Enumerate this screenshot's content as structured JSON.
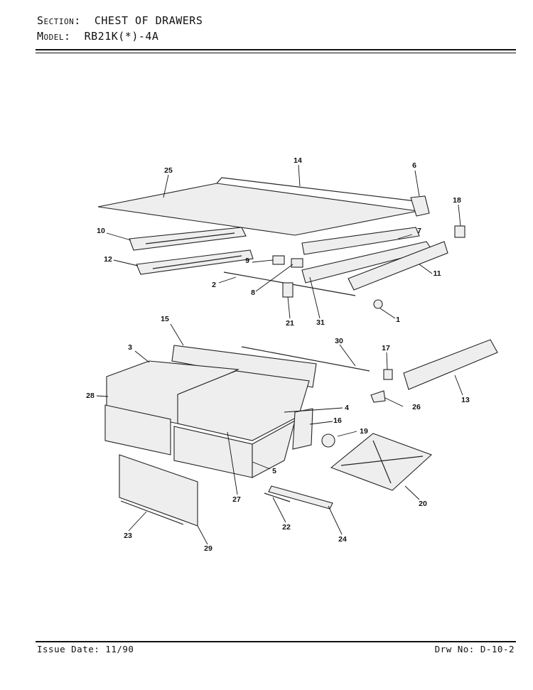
{
  "header": {
    "section_label": "Section:",
    "section_value": "CHEST OF DRAWERS",
    "model_label": "Model:",
    "model_value": "RB21K(*)-4A"
  },
  "footer": {
    "issue_date": "Issue Date: 11/90",
    "drawing_no": "Drw No: D-10-2"
  },
  "callouts": [
    "1",
    "2",
    "3",
    "4",
    "5",
    "6",
    "7",
    "8",
    "9",
    "10",
    "11",
    "12",
    "13",
    "14",
    "15",
    "16",
    "17",
    "18",
    "19",
    "20",
    "21",
    "22",
    "23",
    "24",
    "25",
    "26",
    "27",
    "28",
    "29",
    "30",
    "31"
  ]
}
